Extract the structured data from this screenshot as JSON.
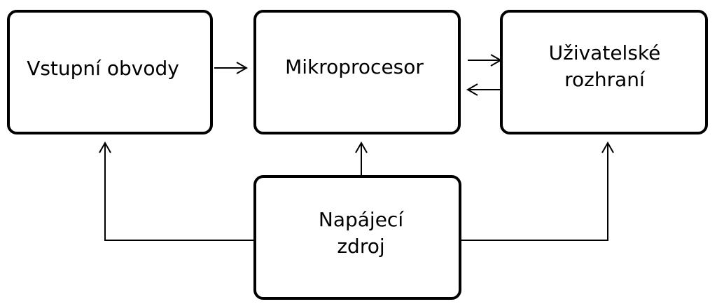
{
  "diagram": {
    "blocks": {
      "input": {
        "label": "Vstupní obvody"
      },
      "microprocessor": {
        "label": "Mikroprocesor"
      },
      "user_interface": {
        "label": "Uživatelské\nrozhraní"
      },
      "power_supply": {
        "label": "Napájecí\nzdroj"
      }
    },
    "connections": [
      {
        "from": "input",
        "to": "microprocessor"
      },
      {
        "from": "microprocessor",
        "to": "user_interface"
      },
      {
        "from": "user_interface",
        "to": "microprocessor"
      },
      {
        "from": "power_supply",
        "to": "input"
      },
      {
        "from": "power_supply",
        "to": "microprocessor"
      },
      {
        "from": "power_supply",
        "to": "user_interface"
      }
    ],
    "colors": {
      "stroke": "#000000",
      "fill": "#ffffff"
    }
  }
}
